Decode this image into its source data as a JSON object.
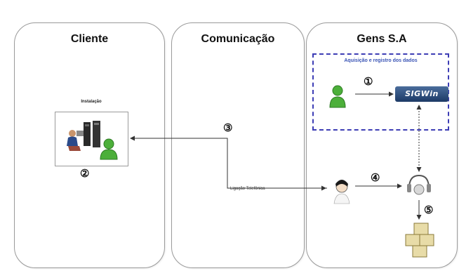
{
  "lanes": {
    "cliente": "Cliente",
    "comunicacao": "Comunicação",
    "gens": "Gens S.A"
  },
  "dashed_box_label": "Aquisição e registro dos dados",
  "install_label": "Instalação",
  "sigwin_label": "SIGWin",
  "phone_call_label": "Ligação Telefônica",
  "steps": {
    "s1": "①",
    "s2": "②",
    "s3": "③",
    "s4": "④",
    "s5": "⑤"
  },
  "colors": {
    "dashed_border": "#3d3db5",
    "dashed_label": "#3a54b5",
    "user_green": "#4caf3a",
    "sigwin_blue": "#1d3a66"
  }
}
